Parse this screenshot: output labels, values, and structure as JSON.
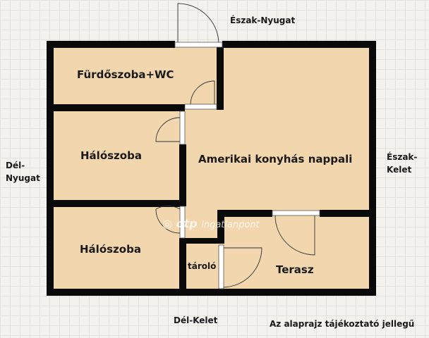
{
  "floor_plan": {
    "rooms": [
      {
        "id": "bathroom",
        "label": "Fürdőszoba+WC"
      },
      {
        "id": "bedroom_1",
        "label": "Hálószoba"
      },
      {
        "id": "living",
        "label": "Amerikai konyhás nappali"
      },
      {
        "id": "bedroom_2",
        "label": "Hálószoba"
      },
      {
        "id": "storage",
        "label": "tároló"
      },
      {
        "id": "terrace",
        "label": "Terasz"
      }
    ],
    "directions": {
      "north_west": "Észak-Nyugat",
      "north_east_line1": "Észak-",
      "north_east_line2": "Kelet",
      "south_west_line1": "Dél-",
      "south_west_line2": "Nyugat",
      "south_east": "Dél-Kelet"
    },
    "disclaimer": "Az alaprajz tájékoztató jellegű",
    "watermark": {
      "brand": "otp",
      "sub": "ingatlanpont"
    },
    "colors": {
      "floor": "#f2d6ad",
      "wall": "#0a0a0a",
      "background": "#f3f2ee"
    }
  }
}
